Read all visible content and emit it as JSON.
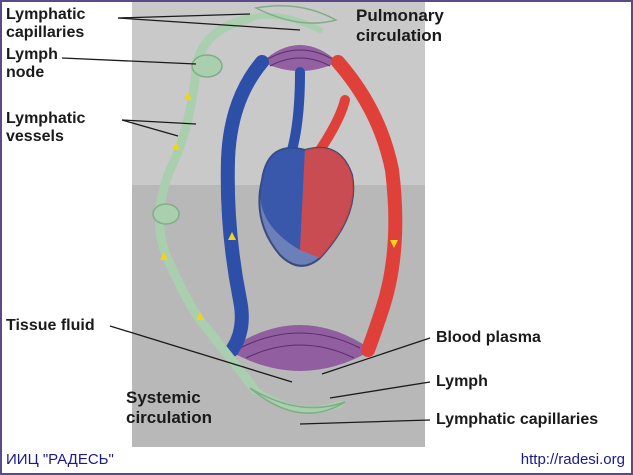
{
  "labels": {
    "lymphatic_capillaries_top": [
      "Lymphatic",
      "capillaries"
    ],
    "lymph_node": [
      "Lymph",
      "node"
    ],
    "lymphatic_vessels": [
      "Lymphatic",
      "vessels"
    ],
    "tissue_fluid": "Tissue fluid",
    "pulmonary_circulation": [
      "Pulmonary",
      "circulation"
    ],
    "systemic_circulation": [
      "Systemic",
      "circulation"
    ],
    "blood_plasma": "Blood plasma",
    "lymph": "Lymph",
    "lymphatic_capillaries_bottom": "Lymphatic capillaries"
  },
  "footer": {
    "publisher": "ИИЦ \"РАДЕСЬ\"",
    "website": "http://radesi.org"
  },
  "colors": {
    "oxygenated": "#e0403a",
    "deoxygenated": "#2d4fa8",
    "lymph": "#a9cfae",
    "lymph_outline": "#7fae88",
    "capillary_mix": "#8a4f9a",
    "panel": "#c8c8c8",
    "panel_dark": "#b3b3b3",
    "arrow": "#f2d21a",
    "text": "#1a1a1a",
    "footer_text": "#1a1a8c",
    "border": "#5a4a8a"
  }
}
